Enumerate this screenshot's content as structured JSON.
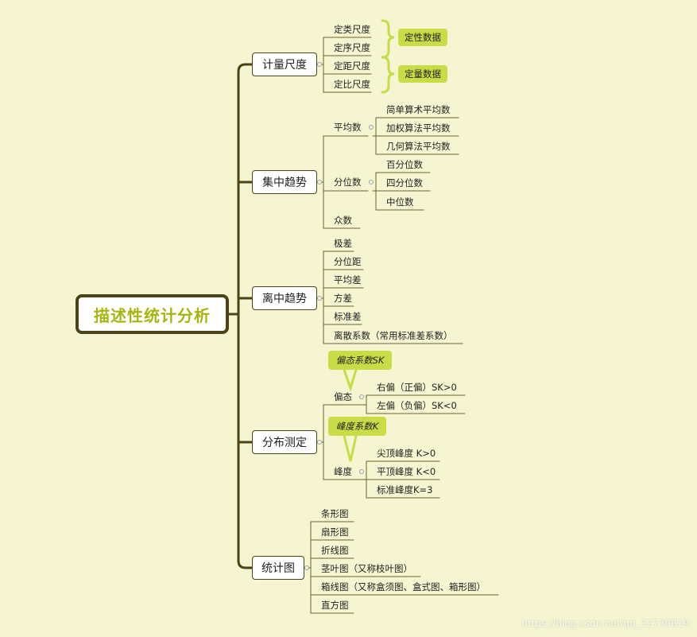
{
  "root": "描述性统计分析",
  "colors": {
    "background": "#f5f6d1",
    "line": "#4a4317",
    "accent": "#a6b510",
    "tag": "#c9dc45"
  },
  "branches": [
    {
      "label": "计量尺度",
      "children": [
        {
          "label": "定类尺度",
          "children": []
        },
        {
          "label": "定序尺度",
          "children": []
        },
        {
          "label": "定距尺度",
          "children": []
        },
        {
          "label": "定比尺度",
          "children": []
        }
      ],
      "summaries": [
        "定性数据",
        "定量数据"
      ]
    },
    {
      "label": "集中趋势",
      "children": [
        {
          "label": "平均数",
          "children": [
            "简单算术平均数",
            "加权算法平均数",
            "几何算法平均数"
          ]
        },
        {
          "label": "分位数",
          "children": [
            "百分位数",
            "四分位数",
            "中位数"
          ]
        },
        {
          "label": "众数",
          "children": []
        }
      ]
    },
    {
      "label": "离中趋势",
      "children": [
        {
          "label": "极差",
          "children": []
        },
        {
          "label": "分位距",
          "children": []
        },
        {
          "label": "平均差",
          "children": []
        },
        {
          "label": "方差",
          "children": []
        },
        {
          "label": "标准差",
          "children": []
        },
        {
          "label": "离散系数（常用标准差系数）",
          "children": []
        }
      ]
    },
    {
      "label": "分布测定",
      "children": [
        {
          "label": "偏态",
          "note": "偏态系数SK",
          "children": [
            "右偏（正偏）SK>0",
            "左偏（负偏）SK<0"
          ]
        },
        {
          "label": "峰度",
          "note": "峰度系数K",
          "children": [
            "尖顶峰度 K>0",
            "平顶峰度 K<0",
            "标准峰度K=3"
          ]
        }
      ]
    },
    {
      "label": "统计图",
      "children": [
        {
          "label": "条形图",
          "children": []
        },
        {
          "label": "扇形图",
          "children": []
        },
        {
          "label": "折线图",
          "children": []
        },
        {
          "label": "茎叶图（又称枝叶图）",
          "children": []
        },
        {
          "label": "箱线图（又称盒须图、盒式图、箱形图）",
          "children": []
        },
        {
          "label": "直方图",
          "children": []
        }
      ]
    }
  ],
  "watermark": "https://blog.csdn.net/qq_32730819"
}
